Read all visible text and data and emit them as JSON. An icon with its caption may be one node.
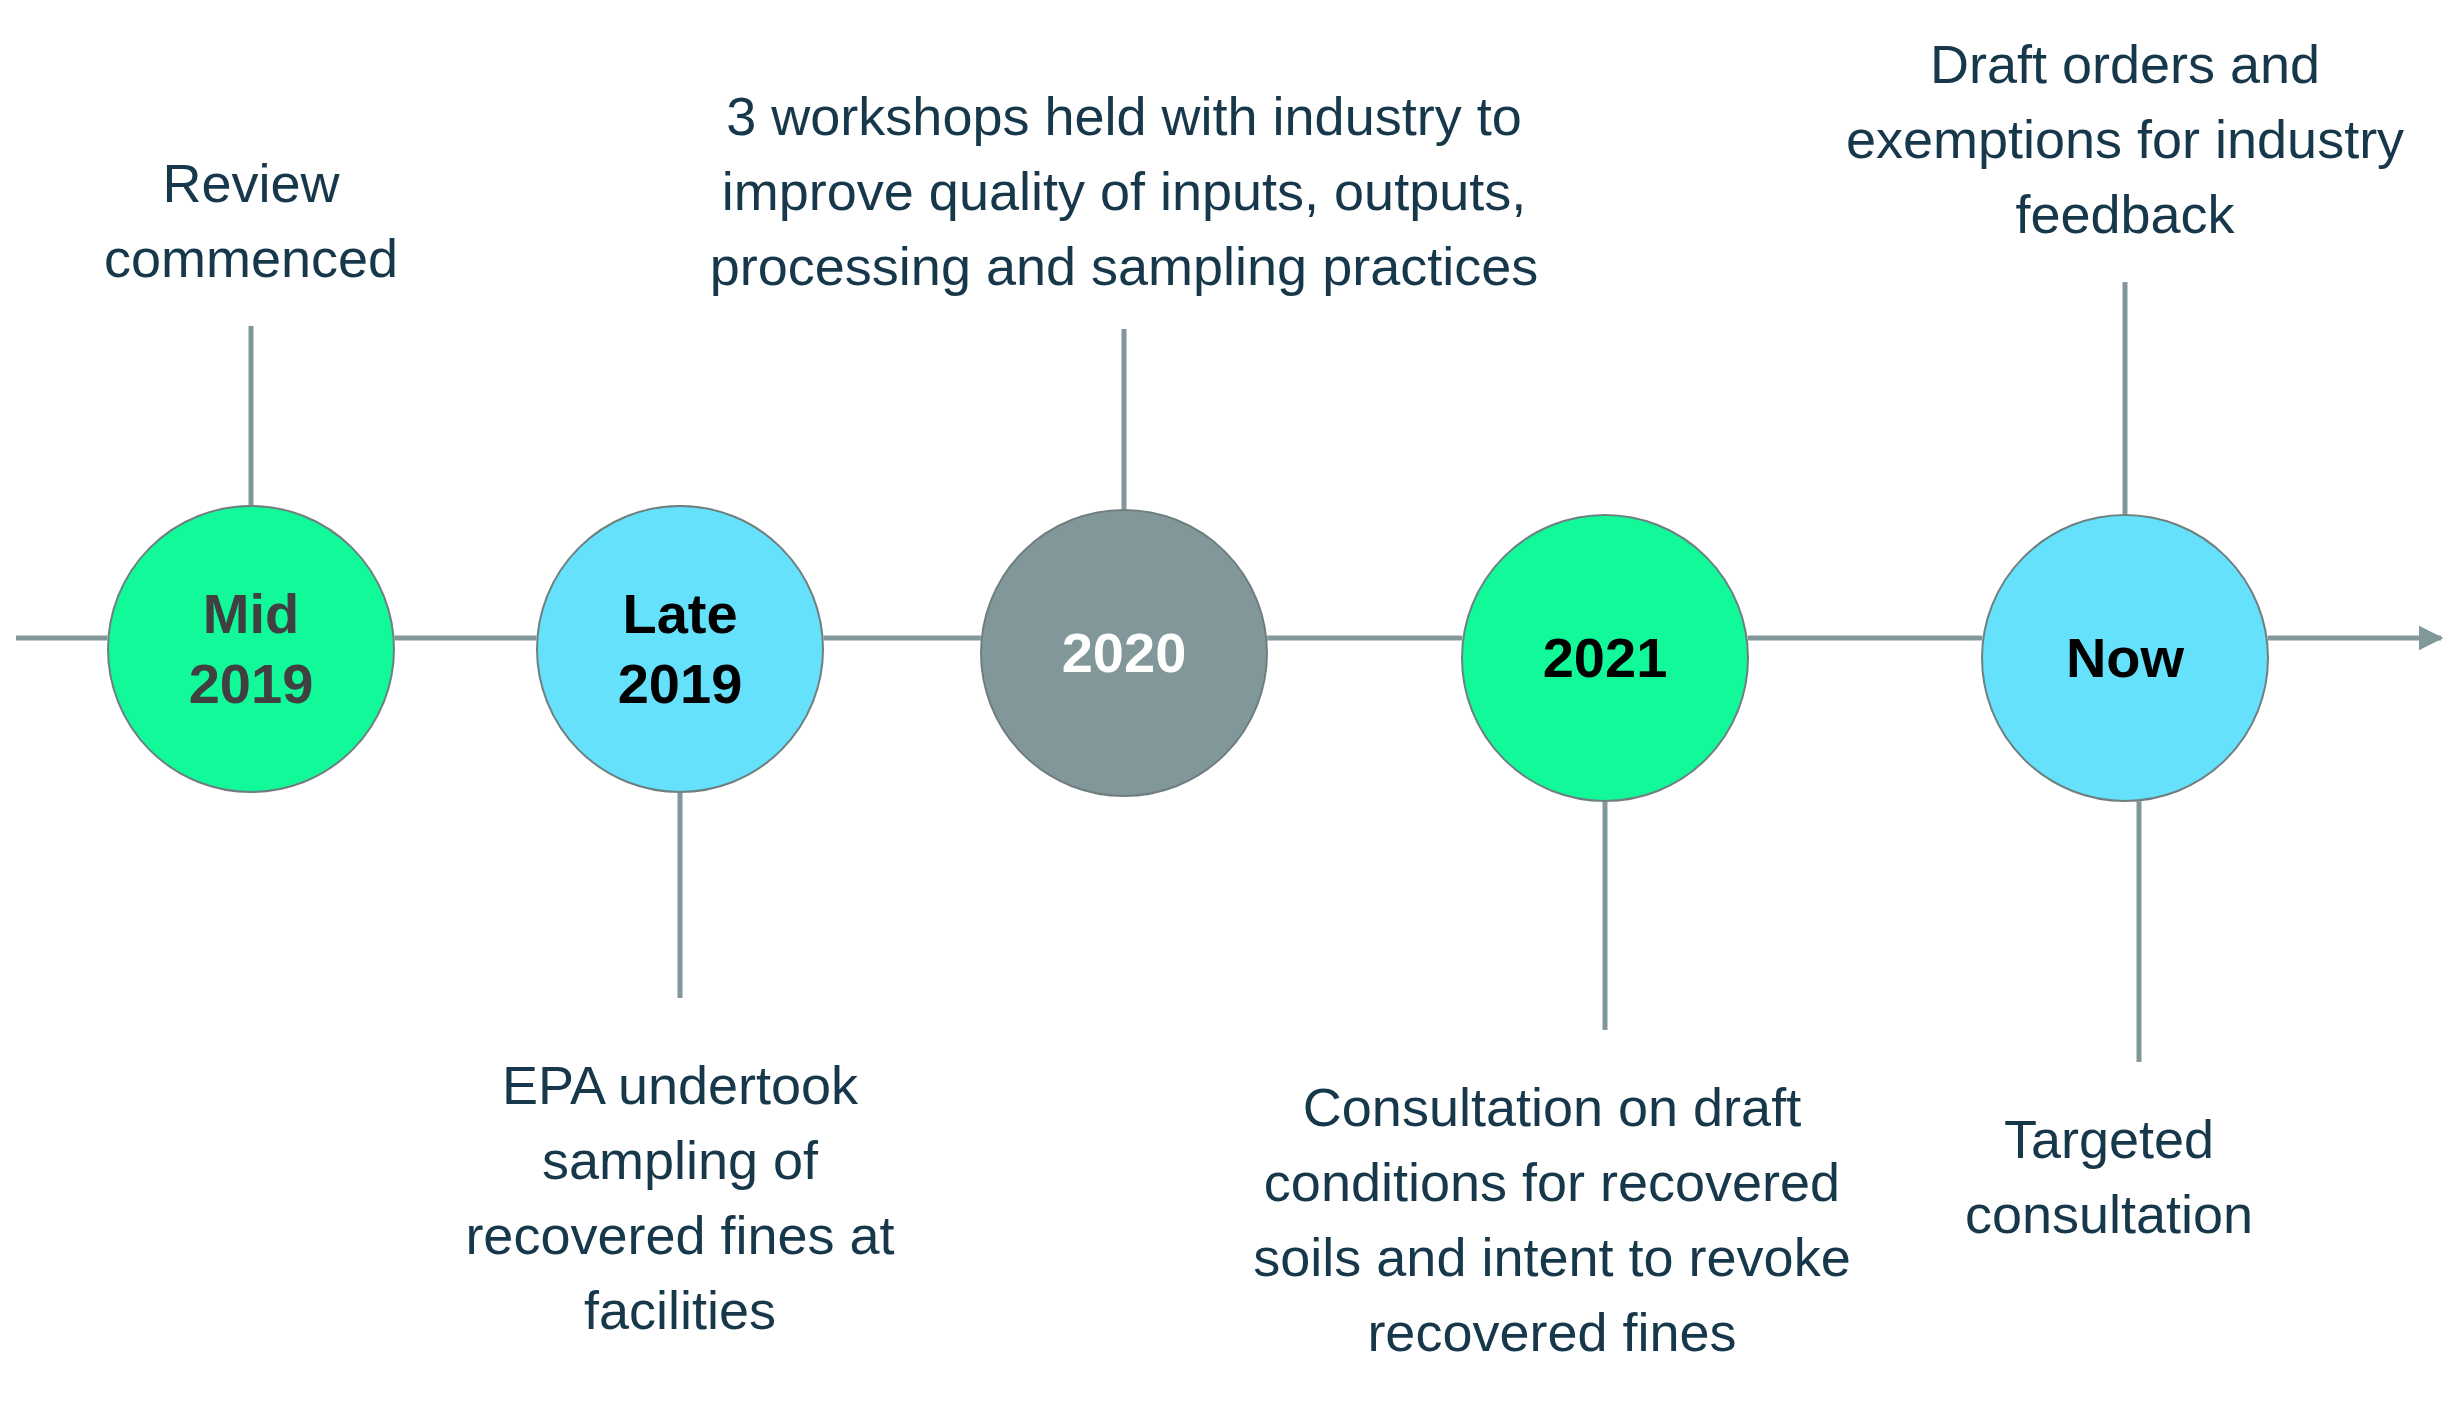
{
  "diagram": {
    "nodes": [
      {
        "text": [
          "Mid 2019"
        ]
      },
      {
        "text": [
          "Late 2019"
        ]
      },
      {
        "text": [
          "2020"
        ]
      },
      {
        "text": [
          "2021"
        ]
      },
      {
        "text": [
          "Now"
        ]
      },
      {
        "text": [
          "Review commenced"
        ]
      },
      {
        "text": [
          "EPA undertook sampling of recovered fines at facilities"
        ]
      },
      {
        "text": [
          "3 workshops held with industry to improve quality of inputs, outputs, processing and sampling practices"
        ]
      },
      {
        "text": [
          "Consultation on draft conditions for recovered soils and intent to revoke recovered fines"
        ]
      },
      {
        "text": [
          "Draft orders and exemptions for industry feedback"
        ]
      },
      {
        "text": [
          "Targeted consultation"
        ]
      }
    ],
    "edges": [
      {
        "from": null,
        "to": 0,
        "arrow": "none"
      },
      {
        "from": 0,
        "to": 1,
        "arrow": "none"
      },
      {
        "from": 1,
        "to": 2,
        "arrow": "none"
      },
      {
        "from": 2,
        "to": 3,
        "arrow": "none"
      },
      {
        "from": 3,
        "to": 4,
        "arrow": "none"
      },
      {
        "from": 4,
        "to": null,
        "arrow": "to"
      },
      {
        "from": 5,
        "to": 0,
        "arrow": "none"
      },
      {
        "from": 6,
        "to": 1,
        "arrow": "none"
      },
      {
        "from": 7,
        "to": 2,
        "arrow": "none"
      },
      {
        "from": 8,
        "to": 3,
        "arrow": "none"
      },
      {
        "from": 9,
        "to": 4,
        "arrow": "none"
      },
      {
        "from": 10,
        "to": 4,
        "arrow": "none"
      }
    ]
  }
}
